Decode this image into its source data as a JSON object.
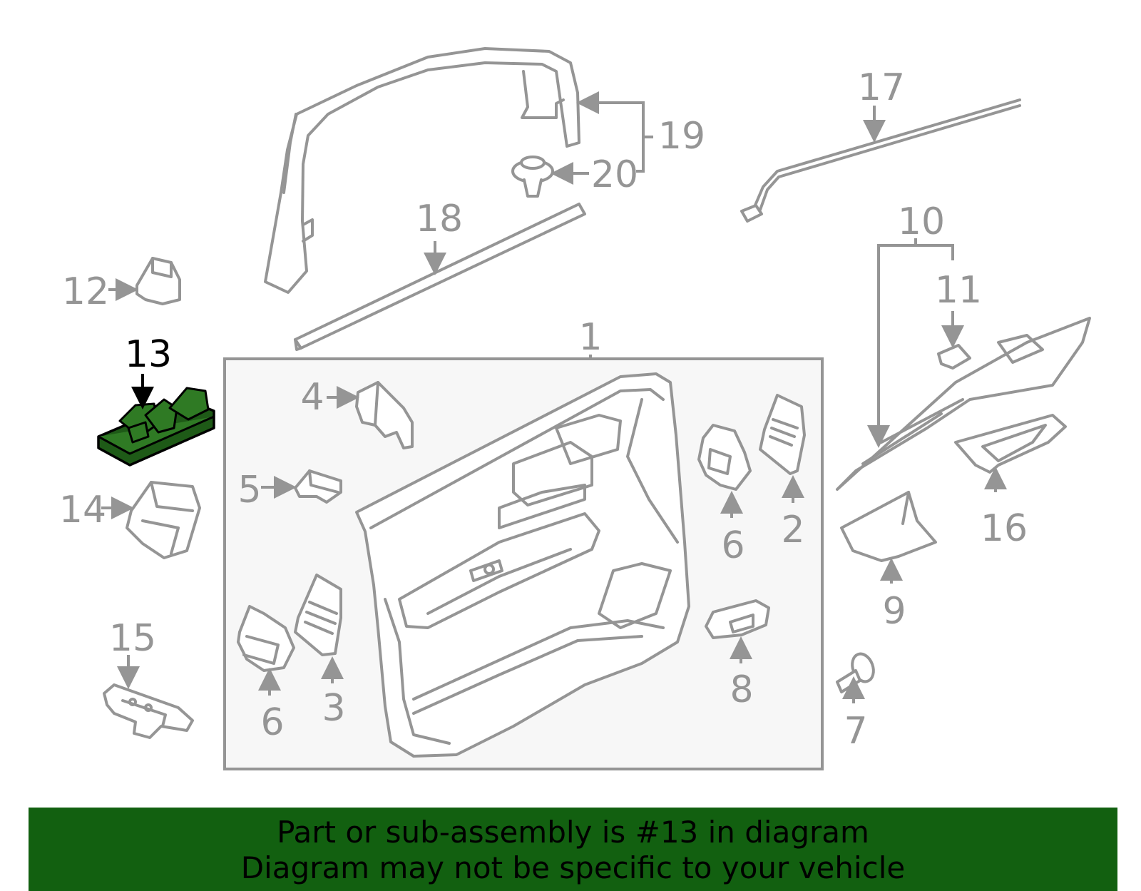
{
  "diagram": {
    "highlighted_part": "13",
    "highlight_color": "#1e5a17",
    "labels": {
      "l1": "1",
      "l2": "2",
      "l3": "3",
      "l4": "4",
      "l5": "5",
      "l6a": "6",
      "l6b": "6",
      "l7": "7",
      "l8": "8",
      "l9": "9",
      "l10": "10",
      "l11": "11",
      "l12": "12",
      "l13": "13",
      "l14": "14",
      "l15": "15",
      "l16": "16",
      "l17": "17",
      "l18": "18",
      "l19": "19",
      "l20": "20"
    }
  },
  "banner": {
    "line1": "Part or sub-assembly is #13 in diagram",
    "line2": "Diagram may not be specific to your vehicle",
    "background": "#126010"
  }
}
